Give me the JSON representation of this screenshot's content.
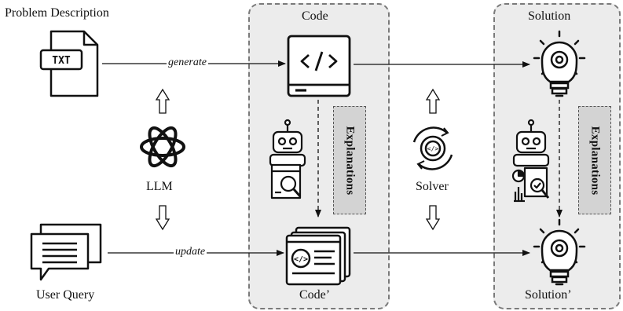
{
  "problem_description": "Problem Description",
  "txt_file_label": "TXT",
  "user_query": "User Query",
  "llm": "LLM",
  "solver": "Solver",
  "code_panel": {
    "title": "Code",
    "bottom_label": "Code’",
    "explanations": "Explanations"
  },
  "solution_panel": {
    "title": "Solution",
    "bottom_label": "Solution’",
    "explanations": "Explanations"
  },
  "edges": {
    "generate": "generate",
    "update": "update"
  }
}
